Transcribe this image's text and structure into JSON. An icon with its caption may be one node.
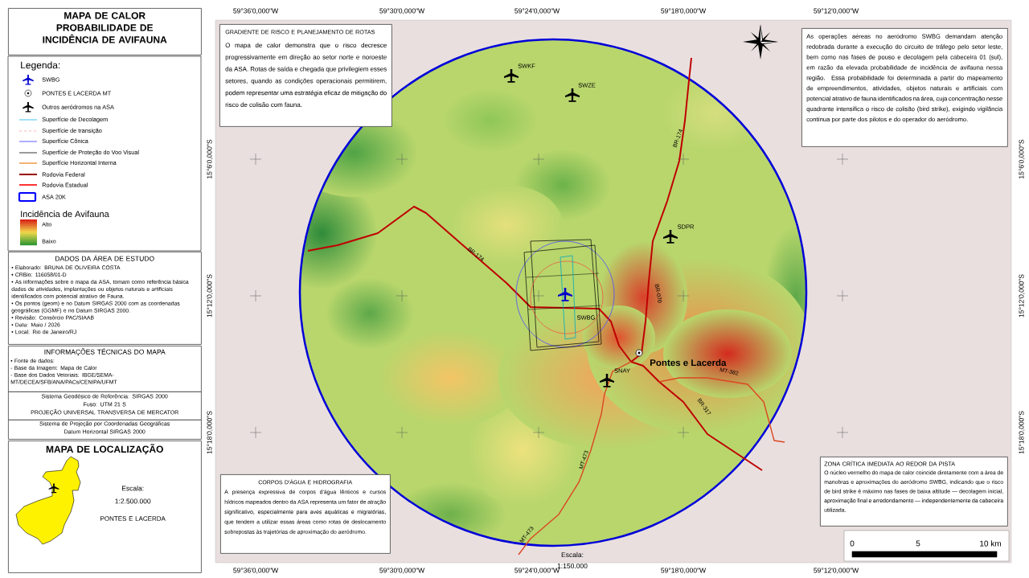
{
  "diagram": {
    "nodes": [
      {
        "text": [
          "MAPA DE CALOR",
          "PROBABILIDADE DE INCIDÊNCIA DE AVIFAUNA"
        ]
      },
      {
        "text": [
          "DADOS DA ÁREA DE ESTUDO",
          "• Elaborado: BRUNA DE OLIVEIRA COSTA",
          "• CRBio: 116058/01-D",
          "• As informações sobre o mapa da ASA, tomam como referência básica dados de atividades, implantações ou objetos naturais e artificiais identificados com potencial atrativo de Fauna.",
          "• Os pontos (geom) e no Datum SIRGAS 2000 com as coordenadas geográficas (GGMF) e no Datum SIRGAS 2000.",
          "• Revisão: Consórcio PAC/SIAAB",
          "• Data: Maio / 2026",
          "• Local: Rio de Janeiro/RJ"
        ]
      },
      {
        "text": [
          "INFORMAÇÕES TÉCNICAS DO MAPA",
          "• Fonte de dados:",
          "- Base da Imagem: Mapa de Calor",
          "- Base dos Dados Vetoriais: IBGE/SEMA-MT/DECEA/SFB/ANA/PACs/CENIPA/UFMT"
        ]
      },
      {
        "text": [
          "Sistema Geodésico de Referência: SIRGAS 2000",
          "Fuso: UTM 21 S",
          "PROJEÇÃO UNIVERSAL TRANSVERSA DE MERCATOR"
        ]
      },
      {
        "text": [
          "Sistema de Projeção por Coordenadas Geográficas",
          "Datum Horizontal SIRGAS 2000"
        ]
      },
      {
        "text": [
          "MAPA DE LOCALIZAÇÃO",
          "Escala:",
          "1:2.500.000",
          "PONTES E LACERDA"
        ]
      },
      {
        "text": [
          "GRADIENTE DE RISCO E PLANEJAMENTO DE ROTAS",
          "O mapa de calor demonstra que o risco decresce progressivamente em direção ao setor norte e noroeste da ASA. Rotas de saída e chegada que privilegiem esses setores, quando as condições operacionais permitirem, podem representar uma estratégia eficaz de mitigação do risco de colisão com fauna."
        ]
      },
      {
        "text": [
          "As operações aéreas no aeródromo SWBG demandam atenção redobrada durante a execução do circuito de tráfego pelo setor leste, bem como nas fases de pouso e decolagem pela cabeceira 01 (sul), em razão da elevada probabilidade de incidência de avifauna nessa região. Essa probabilidade foi determinada a partir do mapeamento de empreendimentos, atividades, objetos naturais e artificiais com potencial atrativo de fauna identificados na área, cuja concentração nesse quadrante intensifica o risco de colisão (bird strike), exigindo vigilância contínua por parte dos pilotos e do operador do aeródromo."
        ]
      },
      {
        "text": [
          "CORPOS D'ÁGUA E HIDROGRAFIA",
          "A presença expressiva de corpos d'água lênticos e cursos hídricos mapeados dentro da ASA representa um fator de atração significativo, especialmente para aves aquáticas e migratórias, que tendem a utilizar essas áreas como rotas de deslocamento sobrepostas às trajetórias de aproximação do aeródromo."
        ]
      },
      {
        "text": [
          "ZONA CRÍTICA IMEDIATA AO REDOR DA PISTA",
          "O núcleo vermelho do mapa de calor coincide diretamente com a área de manobras e aproximações do aeródromo SWBG, indicando que o risco de bird strike é máximo nas fases de baixa altitude — decolagem inicial, aproximação final e arredondamento — independentemente da cabeceira utilizada."
        ]
      }
    ],
    "labels": [
      "Legenda:",
      "Incidência de Avifauna",
      "Alto",
      "Baixo",
      "59°36'0,000\"W",
      "59°30'0,000\"W",
      "59°24'0,000\"W",
      "59°18'0,000\"W",
      "59°12'0,000\"W",
      "15°6'0,000\"S",
      "15°12'0,000\"S",
      "15°18'0,000\"S",
      "15°6'0,000\"S",
      "15°12'0,000\"S",
      "15°18'0,000\"S",
      "SWKF",
      "SWZE",
      "BR-174",
      "SDPR",
      "BR-174",
      "BR-070",
      "SWBG",
      "Pontes e Lacerda",
      "SNAY",
      "MT-382",
      "BR-317",
      "MT-473",
      "MT-473",
      "0",
      "5",
      "10 km",
      "59°36'0,000\"W",
      "59°30'0,000\"W",
      "59°24'0,000\"W",
      "59°18'0,000\"W",
      "59°12'0,000\"W",
      "Escala:",
      "1:150.000"
    ],
    "legend": [
      {
        "text": "SWBG"
      },
      {
        "text": "PONTES E LACERDA MT"
      },
      {
        "text": "Outros aeródromos na ASA"
      },
      {
        "text": "Superfície de Decolagem"
      },
      {
        "text": "Superfície de transição"
      },
      {
        "text": "Superfície Cônica"
      },
      {
        "text": "Superfície de Proteção do Voo Visual"
      },
      {
        "text": "Superfície Horizontal Interna"
      },
      {
        "text": "Rodovia Federal"
      },
      {
        "text": "Rodovia Estadual"
      },
      {
        "text": "ASA 20K"
      }
    ]
  }
}
